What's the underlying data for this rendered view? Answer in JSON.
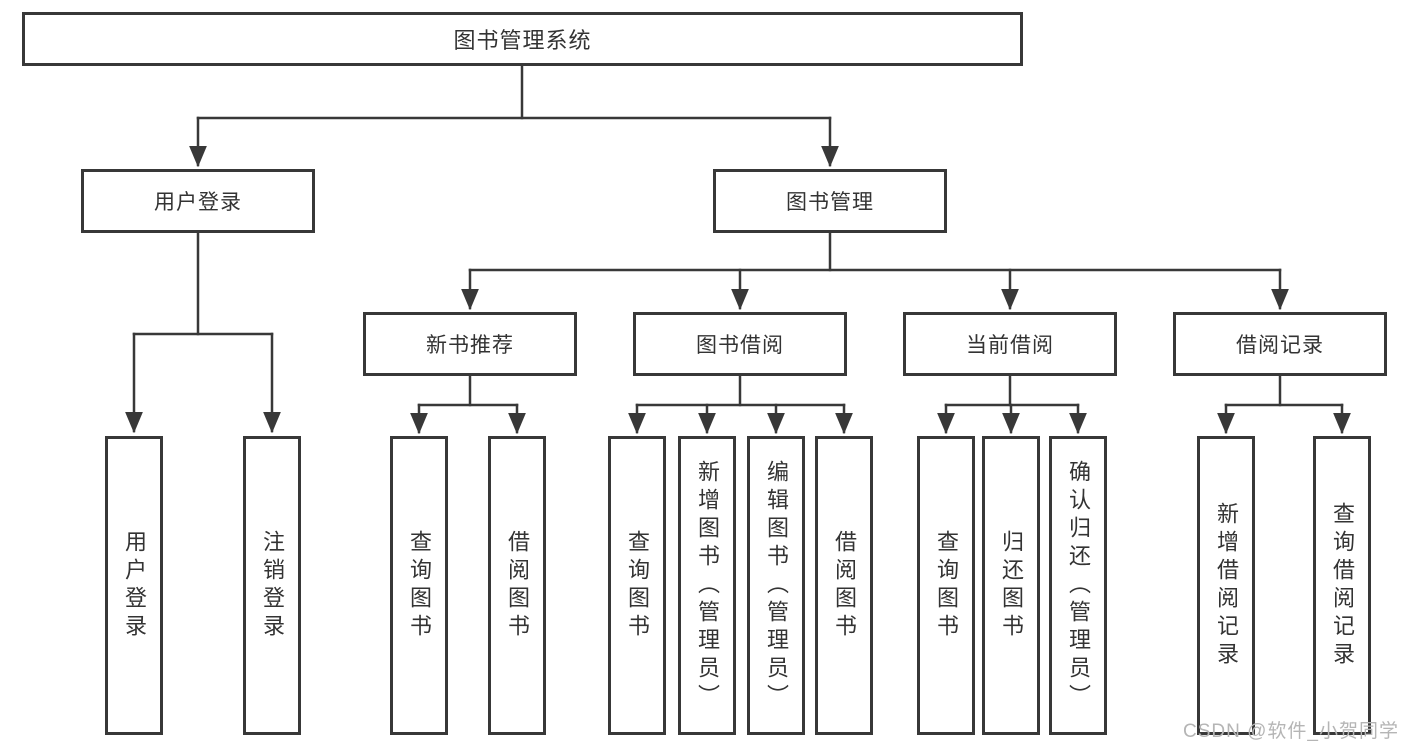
{
  "diagram": {
    "root": {
      "label": "图书管理系统"
    },
    "level2": [
      {
        "label": "用户登录"
      },
      {
        "label": "图书管理"
      }
    ],
    "level3": [
      {
        "label": "新书推荐",
        "parent": "图书管理"
      },
      {
        "label": "图书借阅",
        "parent": "图书管理"
      },
      {
        "label": "当前借阅",
        "parent": "图书管理"
      },
      {
        "label": "借阅记录",
        "parent": "图书管理"
      }
    ],
    "leaves": [
      {
        "label": "用户登录",
        "parent": "用户登录"
      },
      {
        "label": "注销登录",
        "parent": "用户登录"
      },
      {
        "label": "查询图书",
        "parent": "新书推荐"
      },
      {
        "label": "借阅图书",
        "parent": "新书推荐"
      },
      {
        "label": "查询图书",
        "parent": "图书借阅"
      },
      {
        "label": "新增图书（管理员）",
        "parent": "图书借阅"
      },
      {
        "label": "编辑图书（管理员）",
        "parent": "图书借阅"
      },
      {
        "label": "借阅图书",
        "parent": "图书借阅"
      },
      {
        "label": "查询图书",
        "parent": "当前借阅"
      },
      {
        "label": "归还图书",
        "parent": "当前借阅"
      },
      {
        "label": "确认归还（管理员）",
        "parent": "当前借阅"
      },
      {
        "label": "新增借阅记录",
        "parent": "借阅记录"
      },
      {
        "label": "查询借阅记录",
        "parent": "借阅记录"
      }
    ],
    "watermark": "CSDN @软件_小贺同学",
    "colors": {
      "line": "#383838",
      "text": "#333333",
      "box_background": "#ffffff",
      "watermark": "#b5b5b5"
    }
  }
}
